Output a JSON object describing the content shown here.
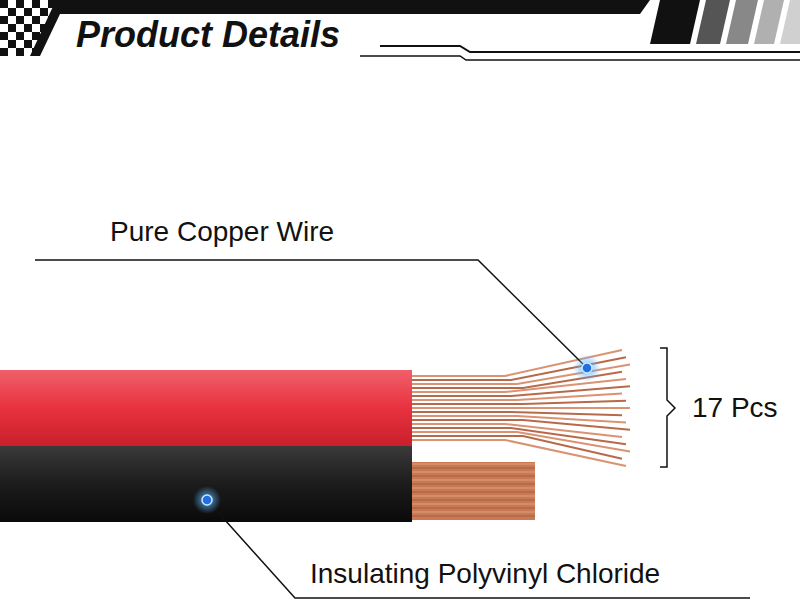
{
  "diagram": {
    "title": "Product Details",
    "labels": [
      "Pure Copper Wire",
      "17 Pcs",
      "Insulating Polyvinyl Chloride"
    ]
  }
}
